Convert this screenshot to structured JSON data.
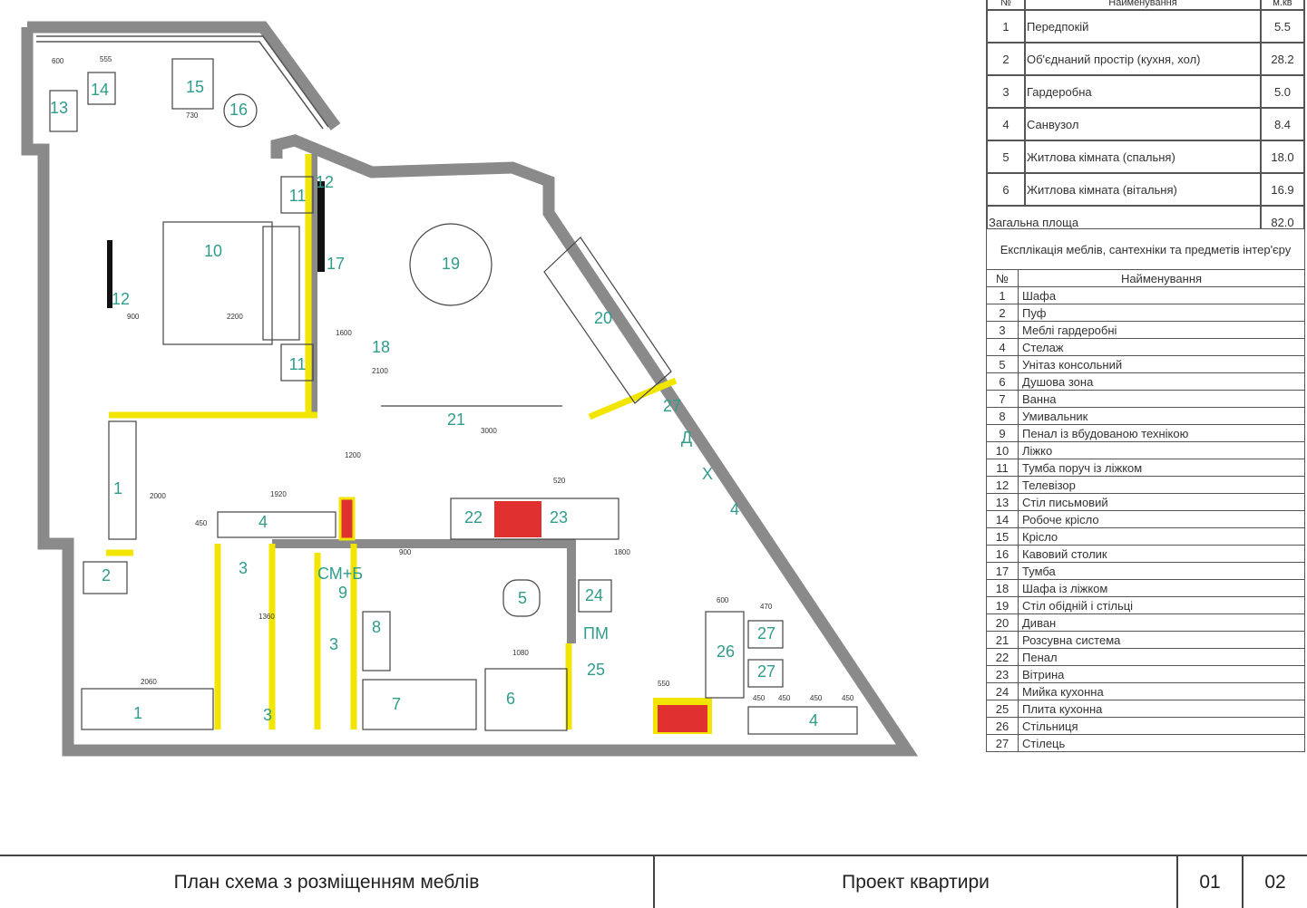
{
  "rooms_table": {
    "header": {
      "no": "№",
      "name": "Найменування",
      "area": "м.кв"
    },
    "rows": [
      {
        "no": "1",
        "name": "Передпокій",
        "area": "5.5"
      },
      {
        "no": "2",
        "name": "Об'єднаний простір (кухня, хол)",
        "area": "28.2"
      },
      {
        "no": "3",
        "name": "Гардеробна",
        "area": "5.0"
      },
      {
        "no": "4",
        "name": "Санвузол",
        "area": "8.4"
      },
      {
        "no": "5",
        "name": "Житлова кімната (спальня)",
        "area": "18.0"
      },
      {
        "no": "6",
        "name": "Житлова кімната (вітальня)",
        "area": "16.9"
      }
    ],
    "total_label": "Загальна площа",
    "total_area": "82.0"
  },
  "furniture_table": {
    "caption": "Експлікація меблів, сантехніки та предметів інтер'єру",
    "header": {
      "no": "№",
      "name": "Найменування"
    },
    "rows": [
      {
        "no": "1",
        "name": "Шафа"
      },
      {
        "no": "2",
        "name": "Пуф"
      },
      {
        "no": "3",
        "name": "Меблі гардеробні"
      },
      {
        "no": "4",
        "name": "Стелаж"
      },
      {
        "no": "5",
        "name": "Унітаз консольний"
      },
      {
        "no": "6",
        "name": "Душова зона"
      },
      {
        "no": "7",
        "name": "Ванна"
      },
      {
        "no": "8",
        "name": "Умивальник"
      },
      {
        "no": "9",
        "name": "Пенал із вбудованою технікою"
      },
      {
        "no": "10",
        "name": "Ліжко"
      },
      {
        "no": "11",
        "name": "Тумба поруч із ліжком"
      },
      {
        "no": "12",
        "name": "Телевізор"
      },
      {
        "no": "13",
        "name": "Стіл письмовий"
      },
      {
        "no": "14",
        "name": "Робоче крісло"
      },
      {
        "no": "15",
        "name": "Крісло"
      },
      {
        "no": "16",
        "name": "Кавовий столик"
      },
      {
        "no": "17",
        "name": "Тумба"
      },
      {
        "no": "18",
        "name": "Шафа із ліжком"
      },
      {
        "no": "19",
        "name": "Стіл обідній і стільці"
      },
      {
        "no": "20",
        "name": "Диван"
      },
      {
        "no": "21",
        "name": "Розсувна система"
      },
      {
        "no": "22",
        "name": "Пенал"
      },
      {
        "no": "23",
        "name": "Вітрина"
      },
      {
        "no": "24",
        "name": "Мийка кухонна"
      },
      {
        "no": "25",
        "name": "Плита кухонна"
      },
      {
        "no": "26",
        "name": "Стільниця"
      },
      {
        "no": "27",
        "name": "Стілець"
      }
    ]
  },
  "plan_labels": [
    "13",
    "14",
    "15",
    "16",
    "11",
    "12",
    "10",
    "12",
    "17",
    "19",
    "20",
    "18",
    "11",
    "21",
    "27",
    "Д",
    "Х",
    "4",
    "1",
    "4",
    "22",
    "23",
    "2",
    "3",
    "СМ+Б",
    "9",
    "3",
    "8",
    "5",
    "24",
    "ПМ",
    "26",
    "27",
    "27",
    "25",
    "7",
    "6",
    "1",
    "3",
    "4"
  ],
  "plan_dims": [
    "600",
    "555",
    "730",
    "2200",
    "900",
    "2100",
    "3000",
    "1920",
    "1360",
    "2060",
    "1800",
    "1080",
    "600",
    "470",
    "450",
    "450",
    "450",
    "450",
    "550",
    "1200",
    "2000",
    "1600",
    "900",
    "450",
    "520"
  ],
  "footer": {
    "title": "План схема з розміщенням меблів",
    "project": "Проект квартири",
    "sheet": "01",
    "sheets": "02"
  },
  "colors": {
    "wall": "#8a8a8a",
    "accent_yellow": "#f2e600",
    "accent_red": "#e03030",
    "label": "#2f9c8c"
  }
}
